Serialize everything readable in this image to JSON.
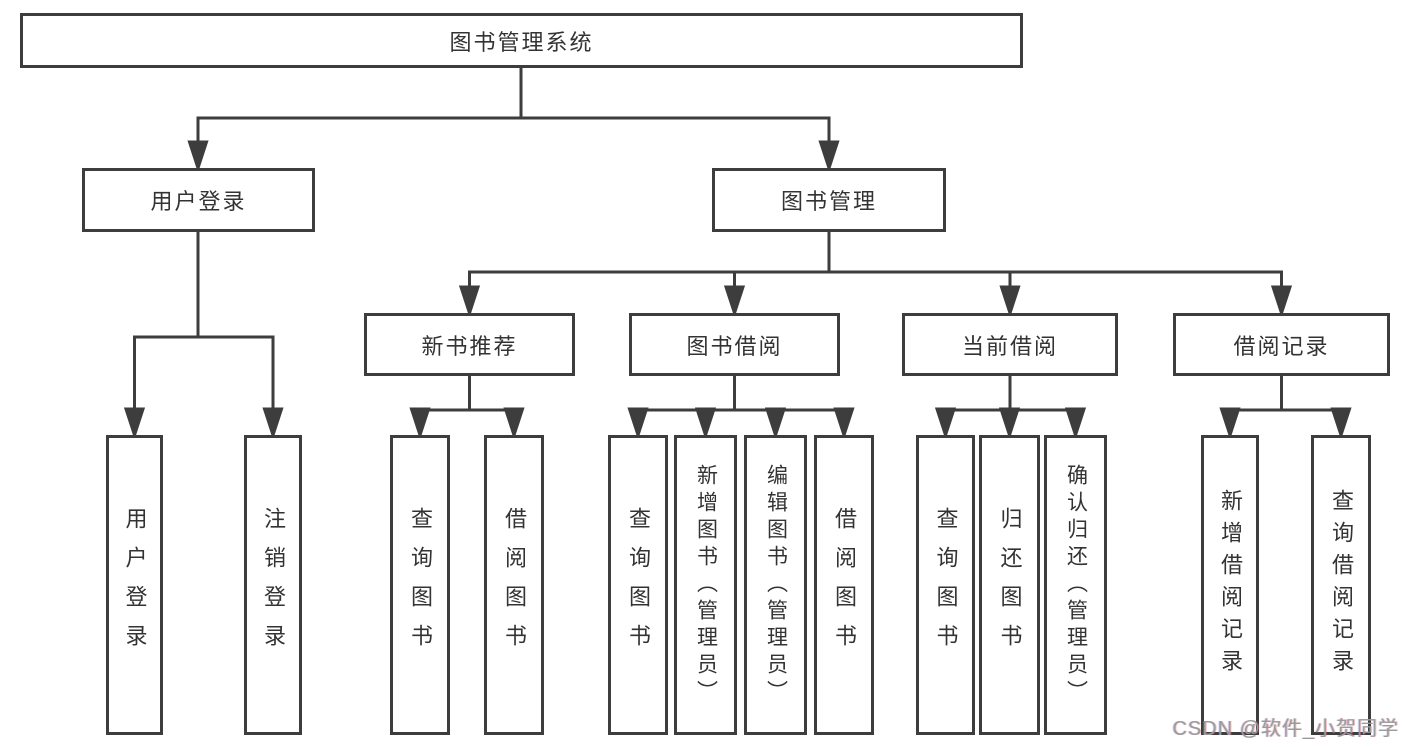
{
  "diagram": {
    "root": {
      "label": "图书管理系统"
    },
    "level1": [
      {
        "label": "用户登录"
      },
      {
        "label": "图书管理"
      }
    ],
    "level2": [
      {
        "label": "新书推荐"
      },
      {
        "label": "图书借阅"
      },
      {
        "label": "当前借阅"
      },
      {
        "label": "借阅记录"
      }
    ],
    "leaves": [
      {
        "label": "用户登录"
      },
      {
        "label": "注销登录"
      },
      {
        "label": "查询图书"
      },
      {
        "label": "借阅图书"
      },
      {
        "label": "查询图书"
      },
      {
        "label": "新增图书（管理员）"
      },
      {
        "label": "编辑图书（管理员）"
      },
      {
        "label": "借阅图书"
      },
      {
        "label": "查询图书"
      },
      {
        "label": "归还图书"
      },
      {
        "label": "确认归还（管理员）"
      },
      {
        "label": "新增借阅记录"
      },
      {
        "label": "查询借阅记录"
      }
    ]
  },
  "watermark": {
    "text": "CSDN @软件_小贺同学"
  },
  "colors": {
    "line": "#3d3d3d",
    "text": "#333333",
    "watermark": "#9b9b9b"
  }
}
